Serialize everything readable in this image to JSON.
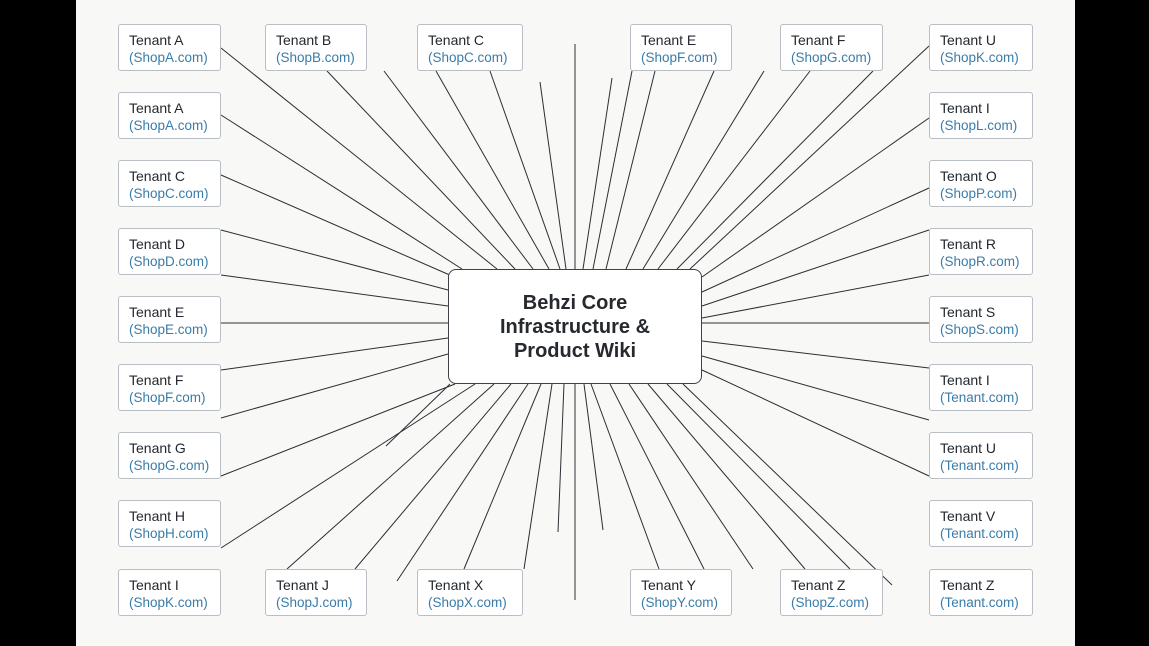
{
  "hub": {
    "lines": [
      "Behzi Core",
      "Infrastructure  &",
      "Product Wiki"
    ]
  },
  "tenants": [
    {
      "name": "Tenant A",
      "domain": "(ShopA.com)"
    },
    {
      "name": "Tenant B",
      "domain": "(ShopB.com)"
    },
    {
      "name": "Tenant C",
      "domain": "(ShopC.com)"
    },
    {
      "name": "Tenant E",
      "domain": "(ShopF.com)"
    },
    {
      "name": "Tenant F",
      "domain": "(ShopG.com)"
    },
    {
      "name": "Tenant U",
      "domain": "(ShopK.com)"
    },
    {
      "name": "Tenant A",
      "domain": "(ShopA.com)"
    },
    {
      "name": "Tenant I",
      "domain": "(ShopL.com)"
    },
    {
      "name": "Tenant C",
      "domain": "(ShopC.com)"
    },
    {
      "name": "Tenant O",
      "domain": "(ShopP.com)"
    },
    {
      "name": "Tenant D",
      "domain": "(ShopD.com)"
    },
    {
      "name": "Tenant R",
      "domain": "(ShopR.com)"
    },
    {
      "name": "Tenant E",
      "domain": "(ShopE.com)"
    },
    {
      "name": "Tenant S",
      "domain": "(ShopS.com)"
    },
    {
      "name": "Tenant F",
      "domain": "(ShopF.com)"
    },
    {
      "name": "Tenant I",
      "domain": "(Tenant.com)"
    },
    {
      "name": "Tenant G",
      "domain": "(ShopG.com)"
    },
    {
      "name": "Tenant U",
      "domain": "(Tenant.com)"
    },
    {
      "name": "Tenant H",
      "domain": "(ShopH.com)"
    },
    {
      "name": "Tenant V",
      "domain": "(Tenant.com)"
    },
    {
      "name": "Tenant I",
      "domain": "(ShopK.com)"
    },
    {
      "name": "Tenant J",
      "domain": "(ShopJ.com)"
    },
    {
      "name": "Tenant X",
      "domain": "(ShopX.com)"
    },
    {
      "name": "Tenant Y",
      "domain": "(ShopY.com)"
    },
    {
      "name": "Tenant Z",
      "domain": "(ShopZ.com)"
    },
    {
      "name": "Tenant Z",
      "domain": "(Tenant.com)"
    }
  ],
  "colors": {
    "background": "#f8f8f7",
    "line": "#2b2f33",
    "tenant_name": "#23282e",
    "tenant_domain": "#3a7ca8",
    "box_border": "#b9bec4"
  }
}
